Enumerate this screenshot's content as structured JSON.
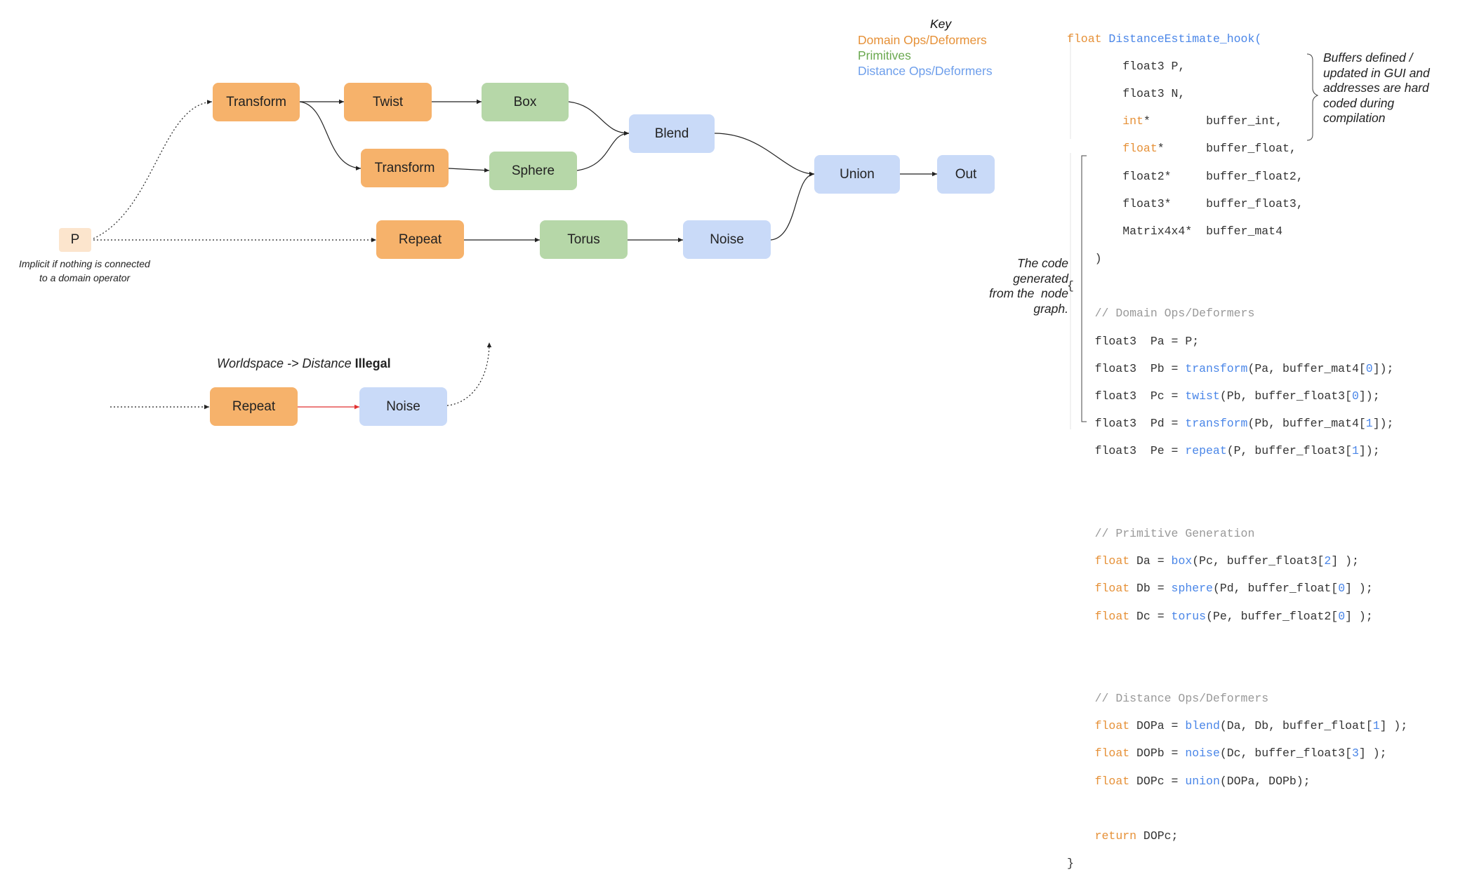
{
  "key": {
    "title": "Key",
    "domain": "Domain Ops/Deformers",
    "primitives": "Primitives",
    "distance": "Distance Ops/Deformers",
    "colors": {
      "domain": "#e69138",
      "primitives": "#6aa84f",
      "distance": "#6d9eeb"
    }
  },
  "nodes": {
    "p": "P",
    "transform1": "Transform",
    "twist": "Twist",
    "box": "Box",
    "transform2": "Transform",
    "sphere": "Sphere",
    "blend": "Blend",
    "union": "Union",
    "out": "Out",
    "repeat1": "Repeat",
    "torus": "Torus",
    "noise1": "Noise",
    "repeat2": "Repeat",
    "noise2": "Noise"
  },
  "captions": {
    "implicit_line1": "Implicit if nothing is connected",
    "implicit_line2": "to a domain operator",
    "illegal_prefix": "Worldspace -> Distance ",
    "illegal_bold": "Illegal"
  },
  "code": {
    "signature": {
      "ret": "float",
      "name": "DistanceEstimate_hook(",
      "p_param": "float3 P,",
      "n_param": "float3 N,",
      "params": [
        {
          "type": "int",
          "ptr": "*",
          "pad": "        ",
          "name": "buffer_int,"
        },
        {
          "type": "float",
          "ptr": "*",
          "pad": "      ",
          "name": "buffer_float,"
        },
        {
          "type": "float2",
          "ptr": "*",
          "pad": "     ",
          "name": "buffer_float2,"
        },
        {
          "type": "float3",
          "ptr": "*",
          "pad": "     ",
          "name": "buffer_float3,"
        },
        {
          "type": "Matrix4x4",
          "ptr": "*",
          "pad": "  ",
          "name": "buffer_mat4"
        }
      ],
      "close": ")"
    },
    "open_brace": "{",
    "close_brace": "}",
    "comment_domain": "// Domain Ops/Deformers",
    "comment_prim": "// Primitive Generation",
    "comment_dist": "// Distance Ops/Deformers",
    "return_kw": "return",
    "return_rest": " DOPc;"
  },
  "notes": {
    "buffers": [
      "Buffers defined /",
      "updated in GUI and",
      "addresses are hard",
      "coded during",
      "compilation"
    ],
    "generated": [
      "The code",
      "generated",
      "from the  node",
      "graph."
    ]
  }
}
